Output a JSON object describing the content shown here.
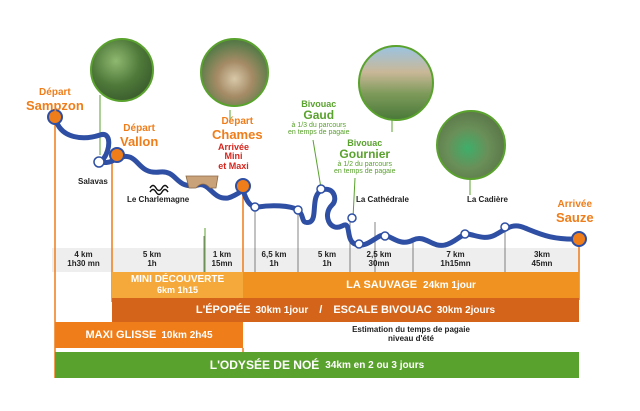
{
  "places": {
    "sampzon_small": "Départ",
    "sampzon_big": "Sampzon",
    "vallon_small": "Départ",
    "vallon_big": "Vallon",
    "chames_small": "Départ",
    "chames_big": "Chames",
    "arrivee_mini_maxi": "Arrivée\nMini\net Maxi",
    "gaud_small": "Bivouac",
    "gaud_big": "Gaud",
    "gaud_note": "à 1/3 du parcours\nen temps de pagaie",
    "gournier_small": "Bivouac",
    "gournier_big": "Gournier",
    "gournier_note": "à 1/2 du parcours\nen temps de pagaie",
    "sauze_small": "Arrivée",
    "sauze_big": "Sauze",
    "salavas": "Salavas",
    "charlemagne": "Le Charlemagne",
    "cathedrale": "La Cathédrale",
    "cadiere": "La Cadière"
  },
  "segments": [
    {
      "dist": "4 km",
      "time": "1h30 mn"
    },
    {
      "dist": "5 km",
      "time": "1h"
    },
    {
      "dist": "1 km",
      "time": "15mn"
    },
    {
      "dist": "6,5 km",
      "time": "1h"
    },
    {
      "dist": "5 km",
      "time": "1h"
    },
    {
      "dist": "2,5 km",
      "time": "30mn"
    },
    {
      "dist": "7 km",
      "time": "1h15mn"
    },
    {
      "dist": "3km",
      "time": "45mn"
    }
  ],
  "bars": {
    "mini_title": "MINI DÉCOUVERTE",
    "mini_sub": "6km 1h15",
    "sauvage_title": "LA SAUVAGE",
    "sauvage_sub": "24km 1jour",
    "epopee_title": "L'ÉPOPÉE",
    "epopee_sub": "30km 1jour",
    "separator": "/",
    "escale_title": "ESCALE BIVOUAC",
    "escale_sub": "30km 2jours",
    "maxi_title": "MAXI GLISSE",
    "maxi_sub": "10km 2h45",
    "estimation": "Estimation du temps de pagaie\nniveau d'été",
    "odyssee_title": "L'ODYSÉE DE NOÉ",
    "odyssee_sub": "34km en 2 ou 3 jours"
  },
  "colors": {
    "river": "#2e4fa3",
    "light_orange": "#f6a93b",
    "orange": "#ef7d1a",
    "dark_orange": "#d3641a",
    "green": "#5aa22e",
    "bg_segments": "#eeeeee"
  },
  "icons": [
    "rapids-icon",
    "bridge-icon",
    "forest-photo",
    "arch-photo",
    "cliff-photo",
    "kayak-photo"
  ]
}
